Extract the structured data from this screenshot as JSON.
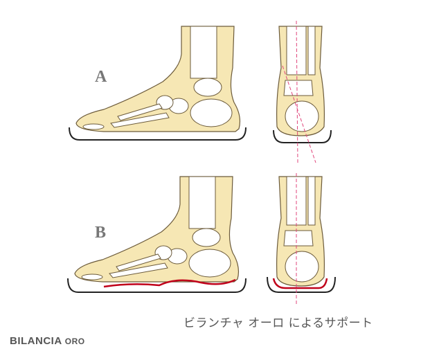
{
  "labels": {
    "a": "A",
    "b": "B"
  },
  "caption": "ビランチャ オーロ によるサポート",
  "brand": {
    "main": "BILANCIA",
    "sub": "ORO"
  },
  "colors": {
    "bone": "#f6e7b4",
    "outline": "#6b5a3a",
    "insole": "#c0001a",
    "guide": "#e0457b"
  }
}
